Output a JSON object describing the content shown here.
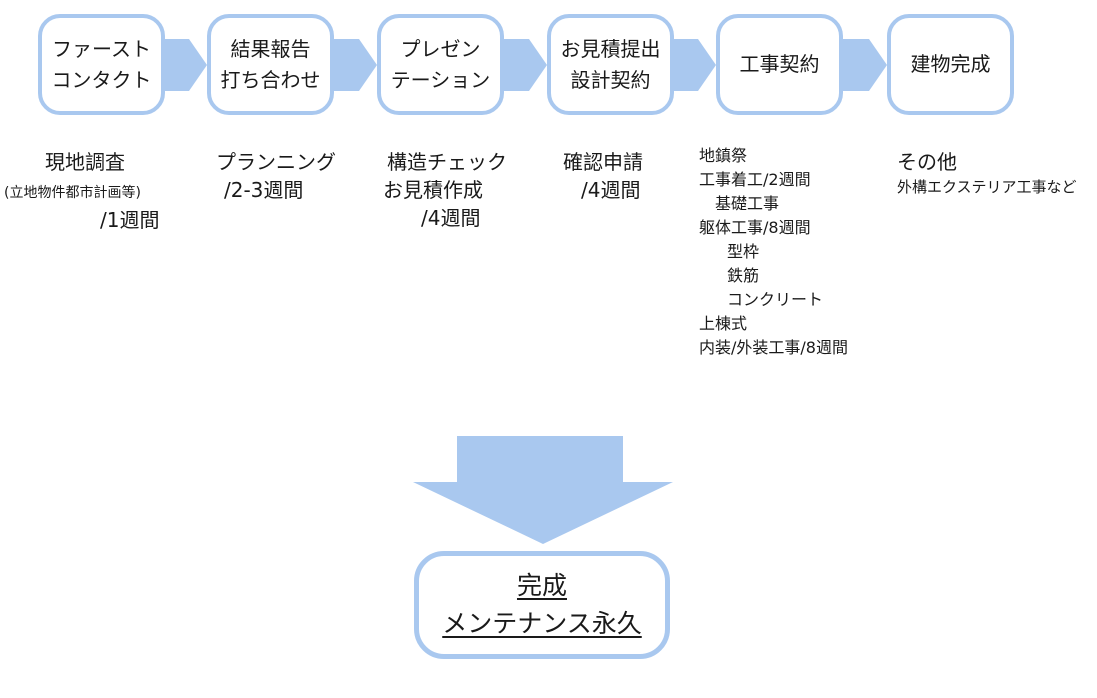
{
  "steps": [
    {
      "line1": "ファースト",
      "line2": "コンタクト"
    },
    {
      "line1": "結果報告",
      "line2": "打ち合わせ"
    },
    {
      "line1": "プレゼン",
      "line2": "テーション"
    },
    {
      "line1": "お見積提出",
      "line2": "設計契約"
    },
    {
      "line1": "工事契約",
      "line2": ""
    },
    {
      "line1": "建物完成",
      "line2": ""
    }
  ],
  "details": {
    "step1": {
      "main": "現地調査",
      "note": "(立地物件都市計画等)",
      "duration": "/1週間"
    },
    "step2": {
      "main": "プランニング",
      "duration": "/2-3週間"
    },
    "step3": {
      "main1": "構造チェック",
      "main2": "お見積作成",
      "duration": "/4週間"
    },
    "step4": {
      "main": "確認申請",
      "duration": "/4週間"
    },
    "step5": {
      "lines": [
        "地鎮祭",
        "工事着工/2週間",
        "基礎工事",
        "躯体工事/8週間",
        "型枠",
        "鉄筋",
        "コンクリート",
        "上棟式",
        "内装/外装工事/8週間"
      ]
    },
    "step6": {
      "main": "その他",
      "sub": "外構エクステリア工事など"
    }
  },
  "final": {
    "line1": "完成",
    "line2": "メンテナンス永久"
  },
  "colors": {
    "box_border": "#a9c8ef",
    "arrow": "#a9c8ef",
    "text": "#1a1a1a"
  }
}
